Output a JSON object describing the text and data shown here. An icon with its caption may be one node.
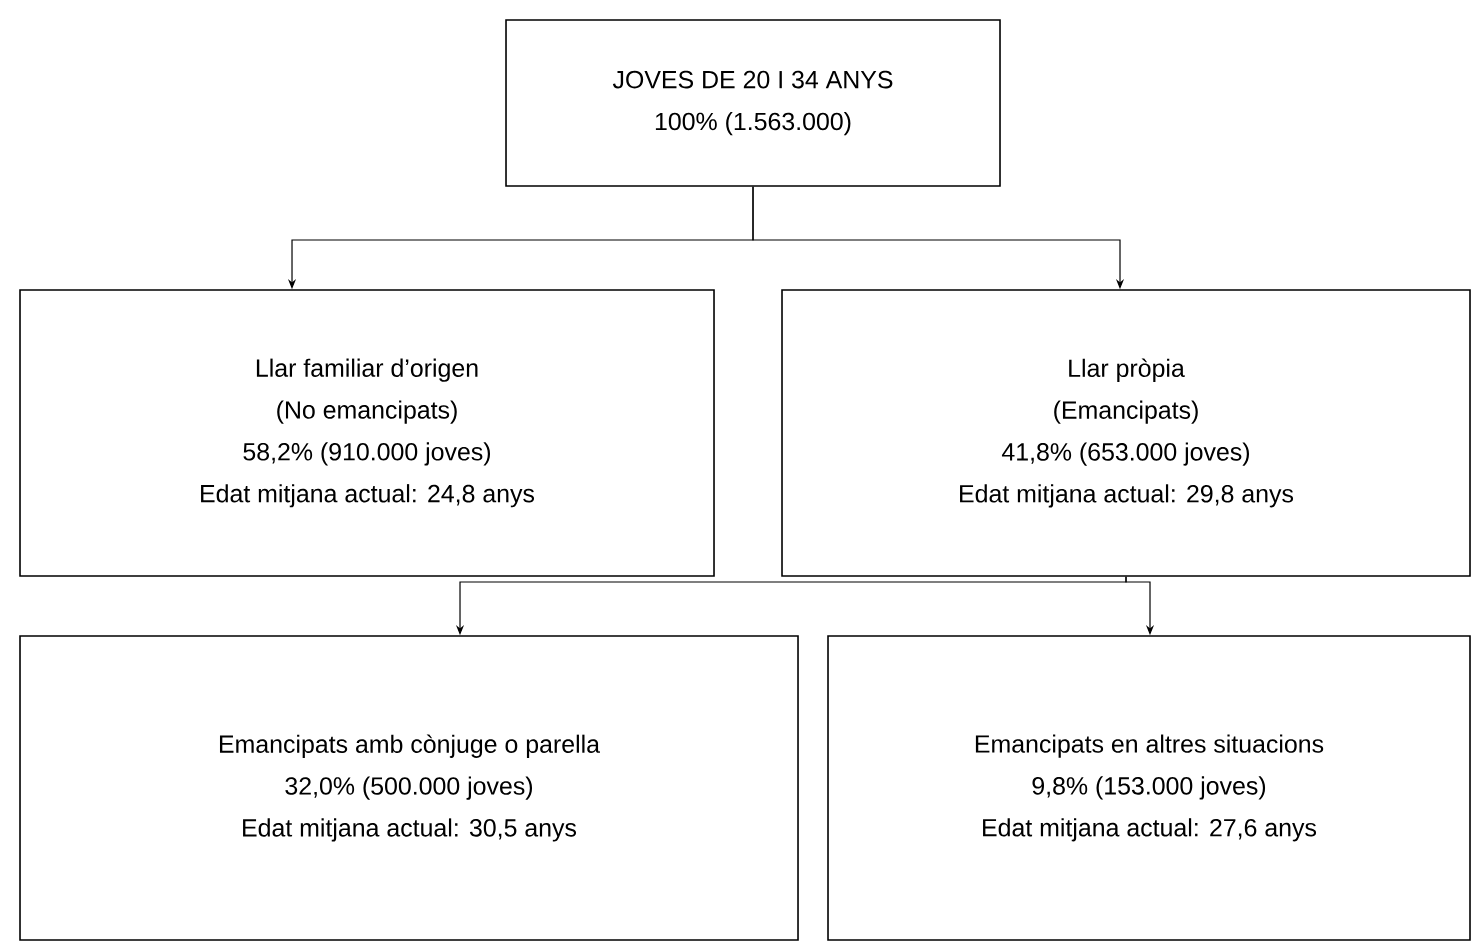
{
  "diagram": {
    "nodes": [
      {
        "text": [
          "JOVES DE 20 I 34 ANYS",
          "100% (1.563.000)"
        ]
      },
      {
        "text": [
          "Llar familiar d’origen",
          "(No emancipats)",
          "58,2% (910.000 joves)",
          "Edat mitjana actual: 24,8 anys"
        ]
      },
      {
        "text": [
          "Llar pròpia",
          "(Emancipats)",
          "41,8% (653.000 joves)",
          "Edat mitjana actual: 29,8 anys"
        ]
      },
      {
        "text": [
          "Emancipats amb cònjuge o parella",
          "32,0% (500.000 joves)",
          "Edat mitjana actual: 30,5 anys"
        ]
      },
      {
        "text": [
          "Emancipats en altres situacions",
          "9,8% (153.000 joves)",
          "Edat mitjana actual: 27,6 anys"
        ]
      }
    ],
    "edges": [
      {
        "from": 0,
        "to": 1,
        "arrow": "to"
      },
      {
        "from": 0,
        "to": 2,
        "arrow": "to"
      },
      {
        "from": 2,
        "to": 3,
        "arrow": "to"
      },
      {
        "from": 2,
        "to": 4,
        "arrow": "to"
      }
    ]
  }
}
